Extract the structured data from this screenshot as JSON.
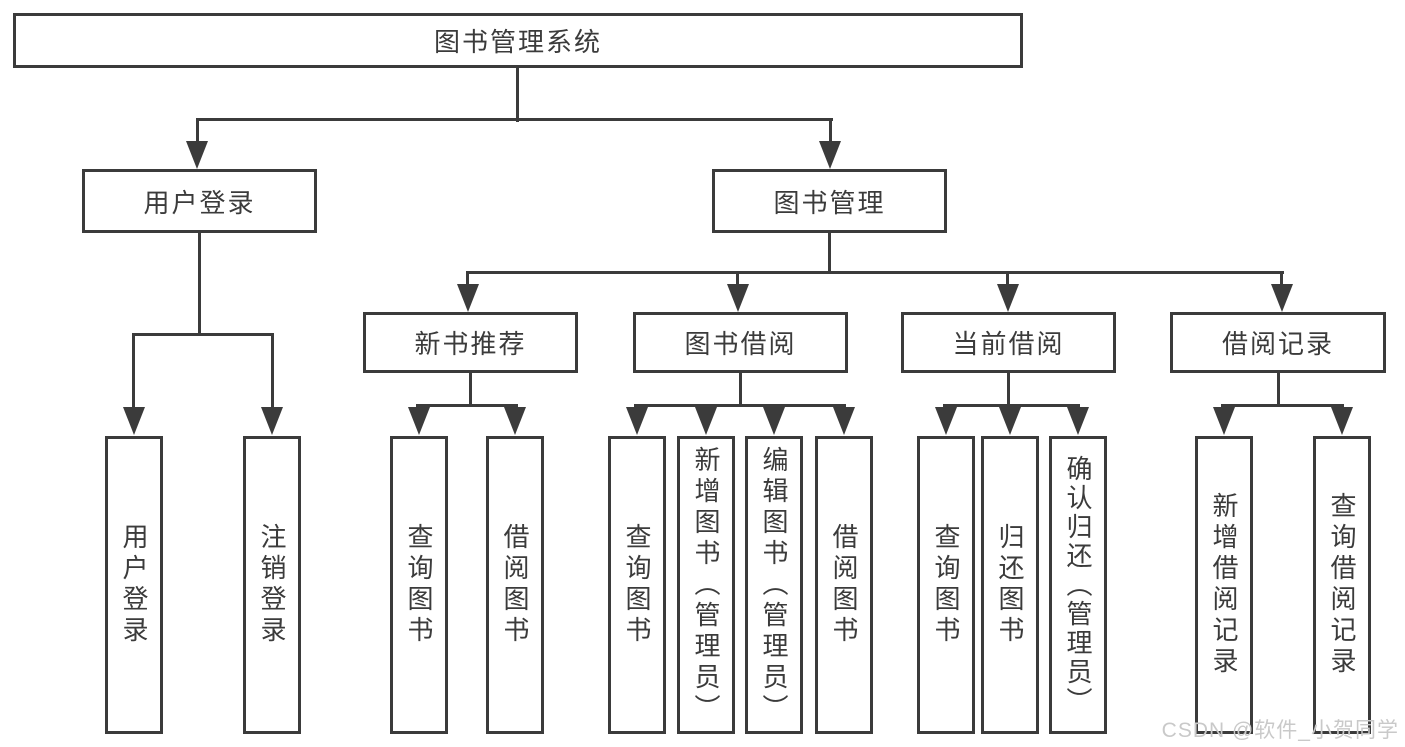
{
  "diagram": {
    "type": "tree",
    "root": {
      "label": "图书管理系统"
    },
    "children": [
      {
        "label": "用户登录",
        "children": [
          {
            "label": "用户登录"
          },
          {
            "label": "注销登录"
          }
        ]
      },
      {
        "label": "图书管理",
        "children": [
          {
            "label": "新书推荐",
            "children": [
              {
                "label": "查询图书"
              },
              {
                "label": "借阅图书"
              }
            ]
          },
          {
            "label": "图书借阅",
            "children": [
              {
                "label": "查询图书"
              },
              {
                "label": "新增图书（管理员）"
              },
              {
                "label": "编辑图书（管理员）"
              },
              {
                "label": "借阅图书"
              }
            ]
          },
          {
            "label": "当前借阅",
            "children": [
              {
                "label": "查询图书"
              },
              {
                "label": "归还图书"
              },
              {
                "label": "确认归还（管理员）"
              }
            ]
          },
          {
            "label": "借阅记录",
            "children": [
              {
                "label": "新增借阅记录"
              },
              {
                "label": "查询借阅记录"
              }
            ]
          }
        ]
      }
    ]
  },
  "watermark": {
    "text": "CSDN @软件_小贺同学"
  },
  "colors": {
    "line": "#3b3b3b",
    "text": "#3b3b3b",
    "watermark": "#c9c9c9",
    "background": "#ffffff"
  }
}
